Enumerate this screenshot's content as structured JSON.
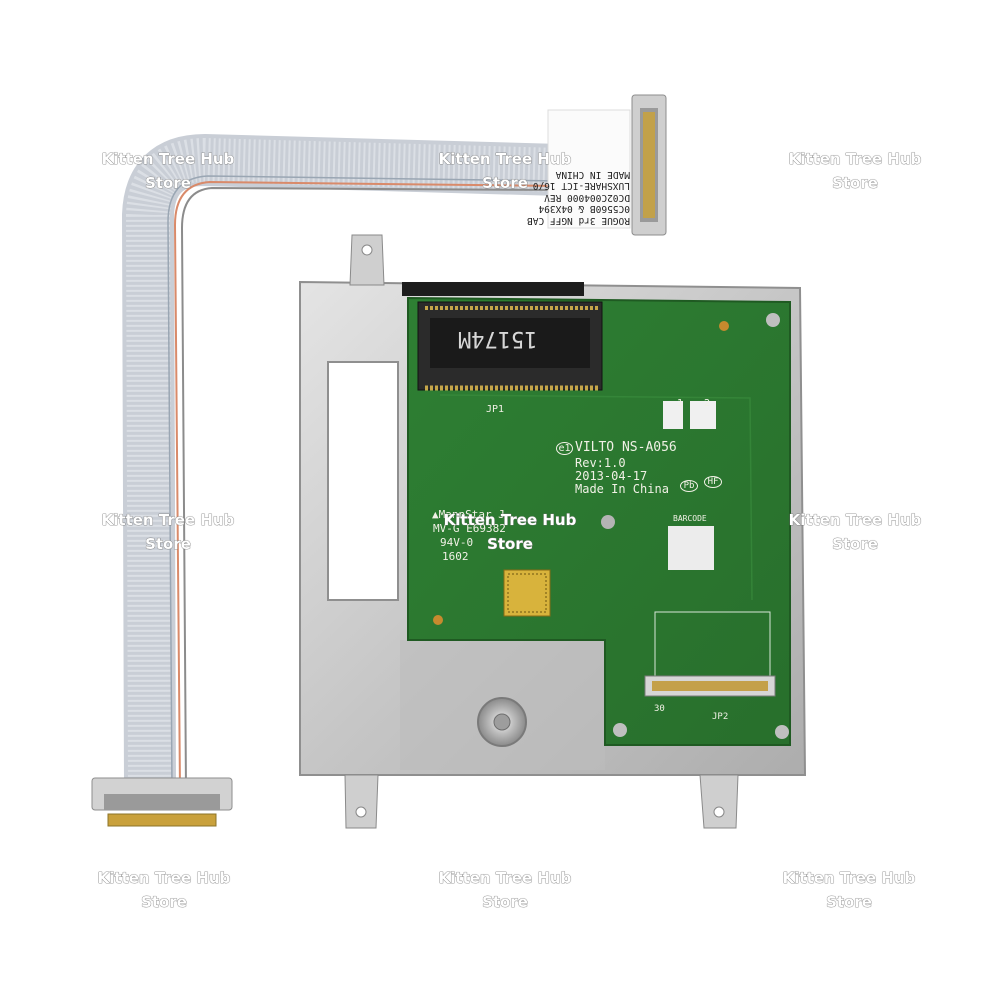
{
  "watermark": {
    "line1": "Kitten Tree Hub",
    "line2": "Store"
  },
  "cable_label": {
    "line1": "ROGUE 3rd NGFF CAB",
    "line2": "0C5560B & 04X394",
    "line3": "DC02C004000 REV",
    "line4": "LUXSHARE-ICT 16/0",
    "line5": "MADE IN CHINA"
  },
  "connector_marking": "15174M",
  "board": {
    "jp1": "JP1",
    "jp2": "JP2",
    "pin30": "30",
    "model": "VILTO NS-A056",
    "rev": "Rev:1.0",
    "date": "2013-04-17",
    "origin": "Made In China",
    "pb": "Pb",
    "hf": "HF",
    "e1": "e1",
    "barcode": "BARCODE",
    "pcb_maker": "▲MannStar J",
    "ul": "MV-G E69382",
    "rating": "94V-0",
    "code": "1602",
    "pad1": "1",
    "pad2": "2"
  },
  "colors": {
    "pcb": "#2f7d32",
    "metal": "#c9c9c9",
    "cable": "#d9dde2"
  }
}
